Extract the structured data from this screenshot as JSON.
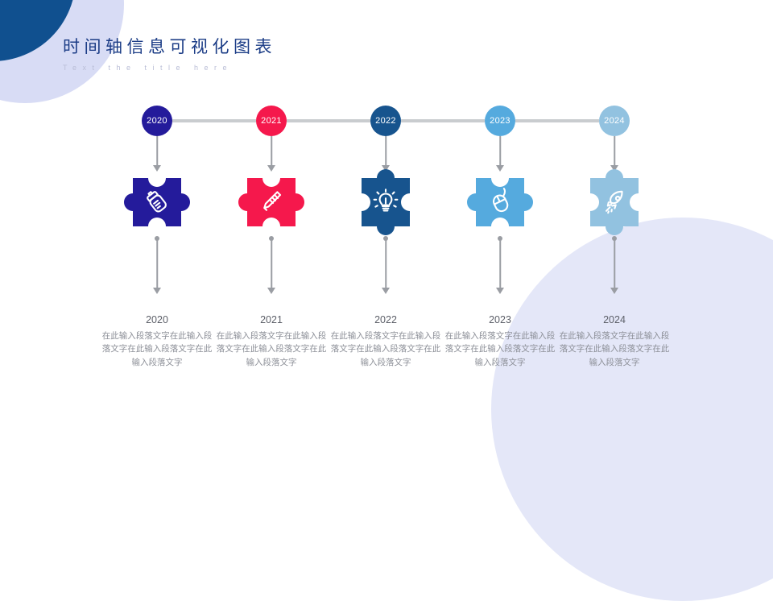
{
  "header": {
    "title": "时间轴信息可视化图表",
    "subtitle": "Text the title here"
  },
  "theme": {
    "title_color": "#1B3C86",
    "subtitle_color": "#B9BDD6",
    "rail_color": "#C9CCCF",
    "connector_color": "#9A9DA3",
    "caption_year_color": "#5C5F68",
    "caption_body_color": "#8D9098",
    "deco_navy": "#10508F",
    "deco_lavender": "#D8DCF5",
    "deco_lavender_soft": "#E4E7F8",
    "background": "#FFFFFF"
  },
  "chart_data": {
    "type": "timeline",
    "title": "时间轴信息可视化图表",
    "subtitle": "Text the title here",
    "orientation": "horizontal",
    "step_count": 5,
    "categories": [
      "2020",
      "2021",
      "2022",
      "2023",
      "2024"
    ],
    "colors": [
      "#241B9B",
      "#F5184C",
      "#17548E",
      "#55AADE",
      "#92C2E0"
    ],
    "icons": [
      "baby-bottle-icon",
      "pencil-icon",
      "lightbulb-icon",
      "computer-mouse-icon",
      "rocket-icon"
    ],
    "connector_style": "arrow",
    "node_shape": "puzzle-piece"
  },
  "steps": [
    {
      "year": "2020",
      "bubble_label": "2020",
      "caption_year": "2020",
      "caption_body": "在此输入段落文字在此输入段落文字在此输入段落文字在此输入段落文字",
      "color": "#241B9B",
      "icon": "baby-bottle-icon",
      "tab_orientation": "out-lr-in-tb"
    },
    {
      "year": "2021",
      "bubble_label": "2021",
      "caption_year": "2021",
      "caption_body": "在此输入段落文字在此输入段落文字在此输入段落文字在此输入段落文字",
      "color": "#F5184C",
      "icon": "pencil-icon",
      "tab_orientation": "out-lr-in-tb"
    },
    {
      "year": "2022",
      "bubble_label": "2022",
      "caption_year": "2022",
      "caption_body": "在此输入段落文字在此输入段落文字在此输入段落文字在此输入段落文字",
      "color": "#17548E",
      "icon": "lightbulb-icon",
      "tab_orientation": "in-lr-out-tb"
    },
    {
      "year": "2023",
      "bubble_label": "2023",
      "caption_year": "2023",
      "caption_body": "在此输入段落文字在此输入段落文字在此输入段落文字在此输入段落文字",
      "color": "#55AADE",
      "icon": "computer-mouse-icon",
      "tab_orientation": "out-lr-in-tb"
    },
    {
      "year": "2024",
      "bubble_label": "2024",
      "caption_year": "2024",
      "caption_body": "在此输入段落文字在此输入段落文字在此输入段落文字在此输入段落文字",
      "color": "#92C2E0",
      "icon": "rocket-icon",
      "tab_orientation": "in-lr-out-tb"
    }
  ]
}
